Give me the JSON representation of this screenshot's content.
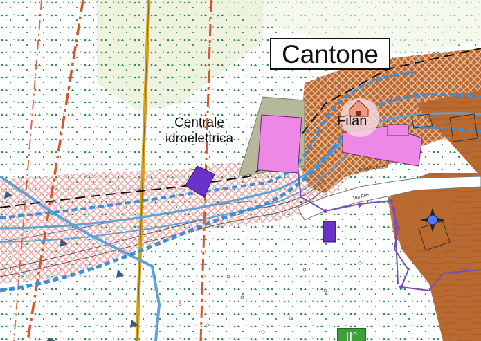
{
  "labels": {
    "place_name": "Cantone",
    "plant_line1": "Centrale",
    "plant_line2": "idroelettrica",
    "locality": "Filan",
    "road_1": "Via Alle",
    "road_2": "Località  Laisa",
    "zone_badge": "II°"
  },
  "colors": {
    "background": "#ffffff",
    "forest_dots": "#2e8b57",
    "meadow": "#eef3e0",
    "hatch": "#f0a9a9",
    "urban_brown": "#b86a30",
    "building_pink": "#ee88e6",
    "building_purple": "#6a32c8",
    "dashed_blue": "#3f8fd6",
    "pipeline_blue": "#5ea0d8",
    "dash_dot_red": "#d9532b",
    "road_yellow": "#d6a321",
    "boundary_purple": "#7a4cb4",
    "olive_area": "#b5b89a"
  },
  "icons": {
    "house": "house-icon",
    "star": "star-icon",
    "triangle": "triangle-marker-icon"
  }
}
